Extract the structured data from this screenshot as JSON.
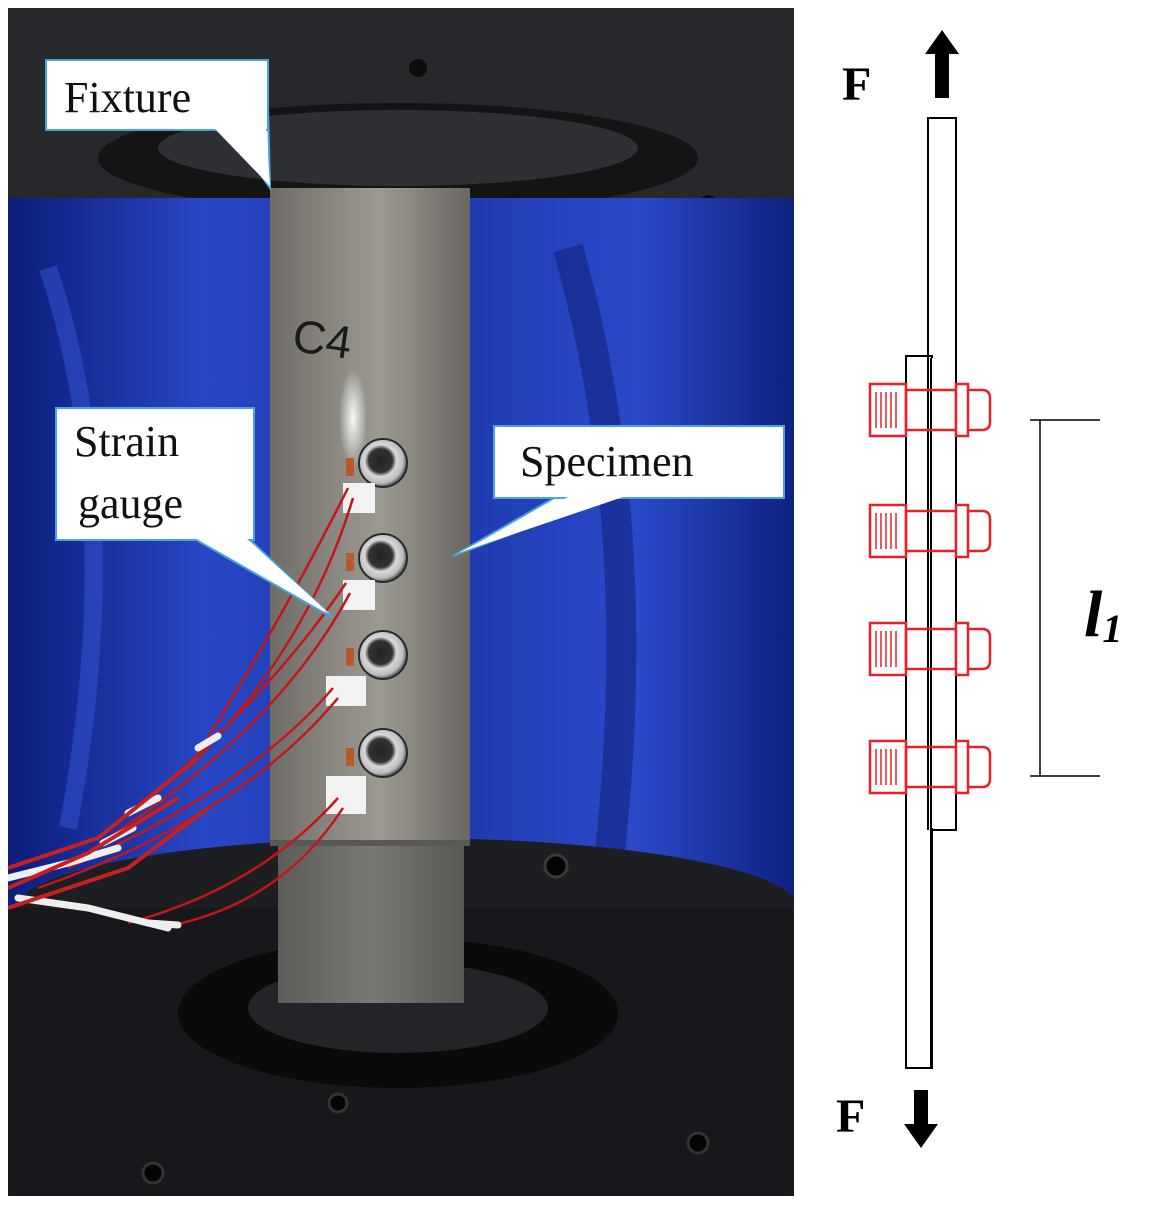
{
  "photo": {
    "callouts": {
      "fixture": "Fixture",
      "strain_gauge_line1": "Strain",
      "strain_gauge_line2": "gauge",
      "specimen": "Specimen"
    },
    "specimen_marking": "C4",
    "bolt_count": 4,
    "strain_gauge_count": 4
  },
  "schematic": {
    "force_top": "F",
    "force_bottom": "F",
    "dimension_symbol": "l",
    "dimension_subscript": "1",
    "bolt_count": 4
  },
  "colors": {
    "bolt_outline": "#e8202a",
    "backdrop_blue": "#1f3bb0",
    "callout_border": "#4aa3df",
    "plate_outline": "#000000"
  }
}
